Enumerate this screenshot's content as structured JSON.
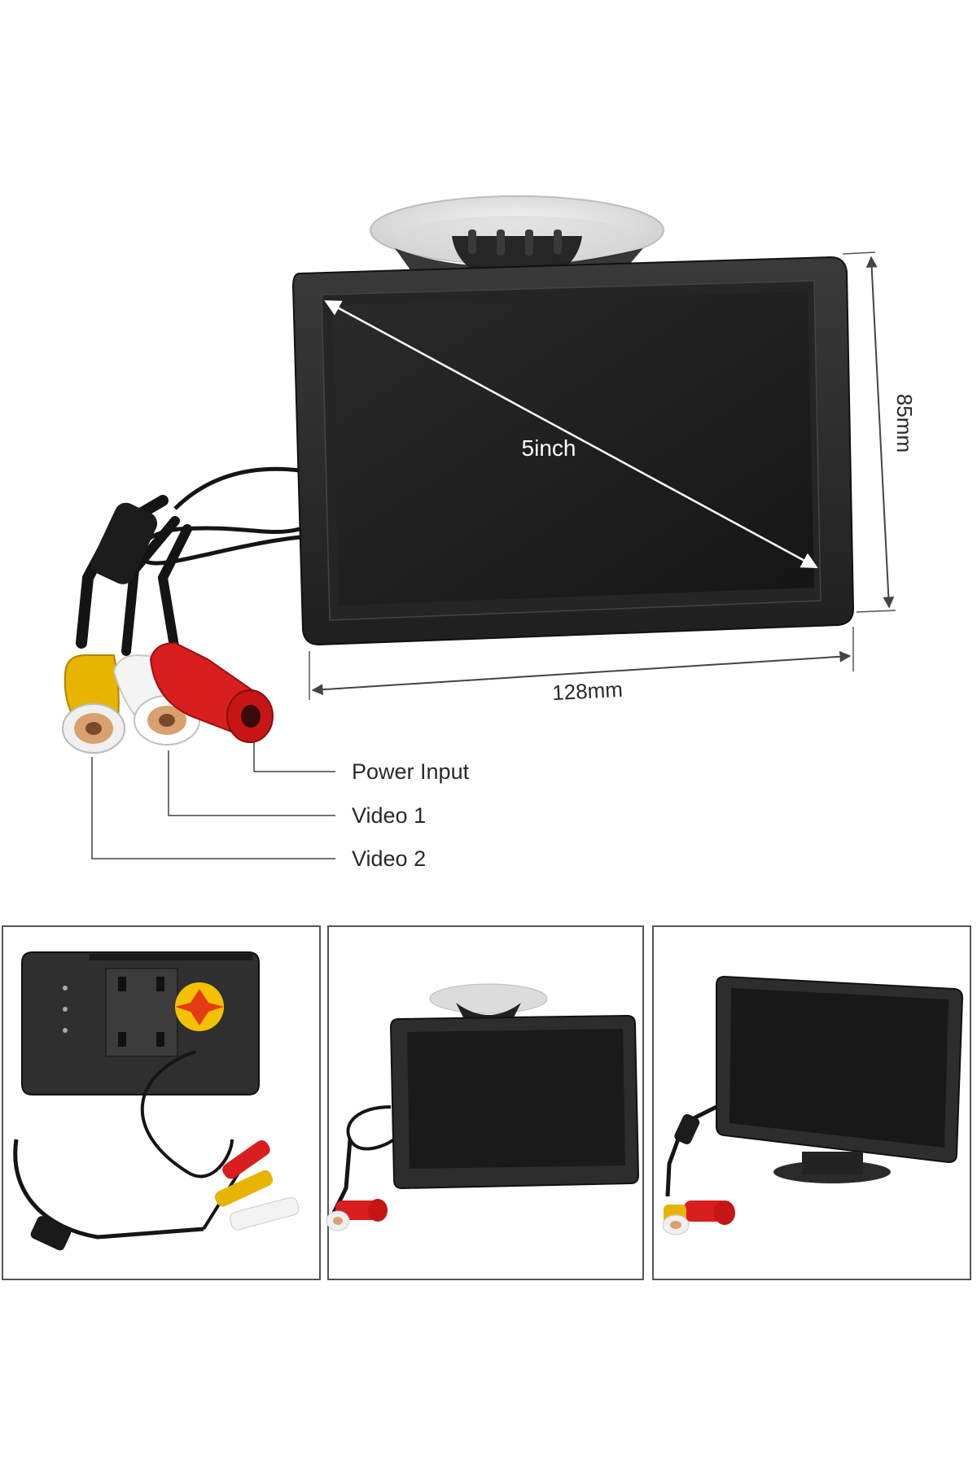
{
  "main": {
    "screen_size_label": "5inch",
    "width_label": "128mm",
    "height_label": "85mm"
  },
  "ports": {
    "power": "Power Input",
    "video1": "Video 1",
    "video2": "Video 2"
  },
  "thumbnails": [
    {
      "view": "back"
    },
    {
      "view": "front"
    },
    {
      "view": "angled"
    }
  ],
  "colors": {
    "background": "#ffffff",
    "monitor_body": "#2b2b2b",
    "screen": "#1a1a1a",
    "rca_yellow": "#e8b400",
    "rca_white": "#f2f2f2",
    "rca_red": "#d81e1e",
    "label_line": "#444444",
    "thumb_border": "#555555"
  },
  "icons": [
    "suction-cup-icon",
    "rca-yellow-connector-icon",
    "rca-white-connector-icon",
    "power-red-connector-icon",
    "warning-sticker-icon"
  ]
}
